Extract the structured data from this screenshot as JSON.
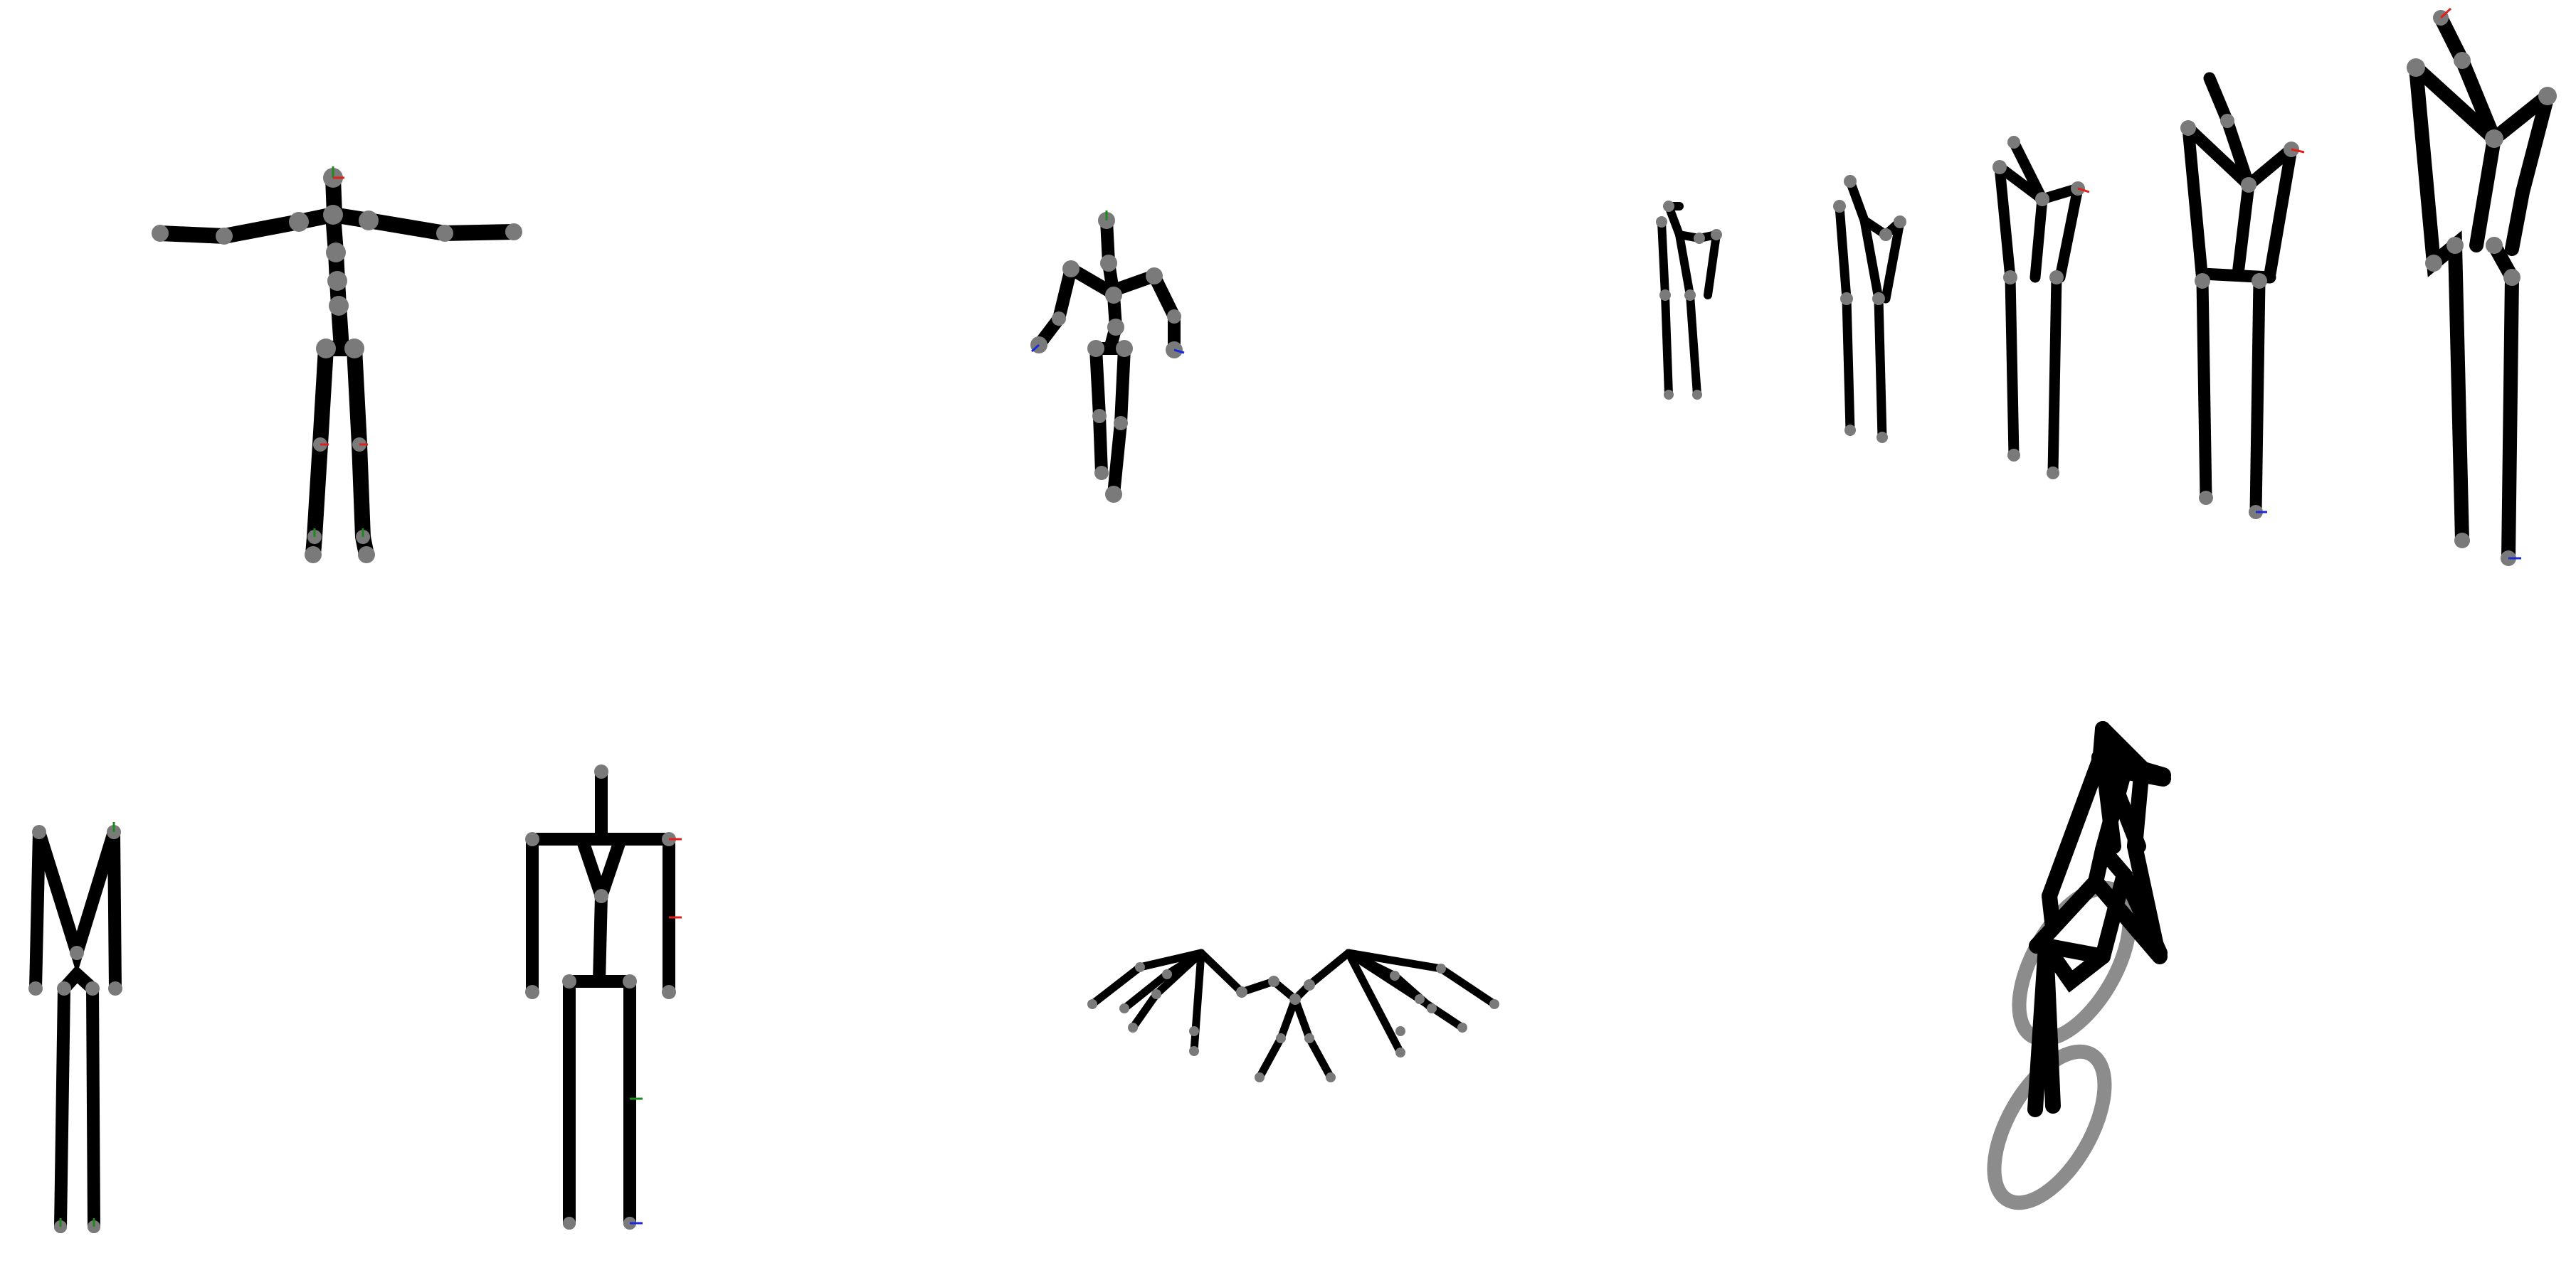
{
  "page": {
    "background": "#ffffff"
  },
  "colors": {
    "bone": "#000000",
    "joint": "#7a7a7a",
    "axis_x": "#e0201a",
    "axis_y": "#1e8a1e",
    "axis_z": "#1a2ad8",
    "wheel": "#8c8c8c"
  },
  "figures": [
    {
      "name": "t-pose-skeleton"
    },
    {
      "name": "walking-skeleton"
    },
    {
      "name": "scaled-skeleton-sequence"
    },
    {
      "name": "a-frame-rig"
    },
    {
      "name": "box-frame-rig"
    },
    {
      "name": "bat-wing-rig"
    },
    {
      "name": "bicycle-rig"
    }
  ]
}
